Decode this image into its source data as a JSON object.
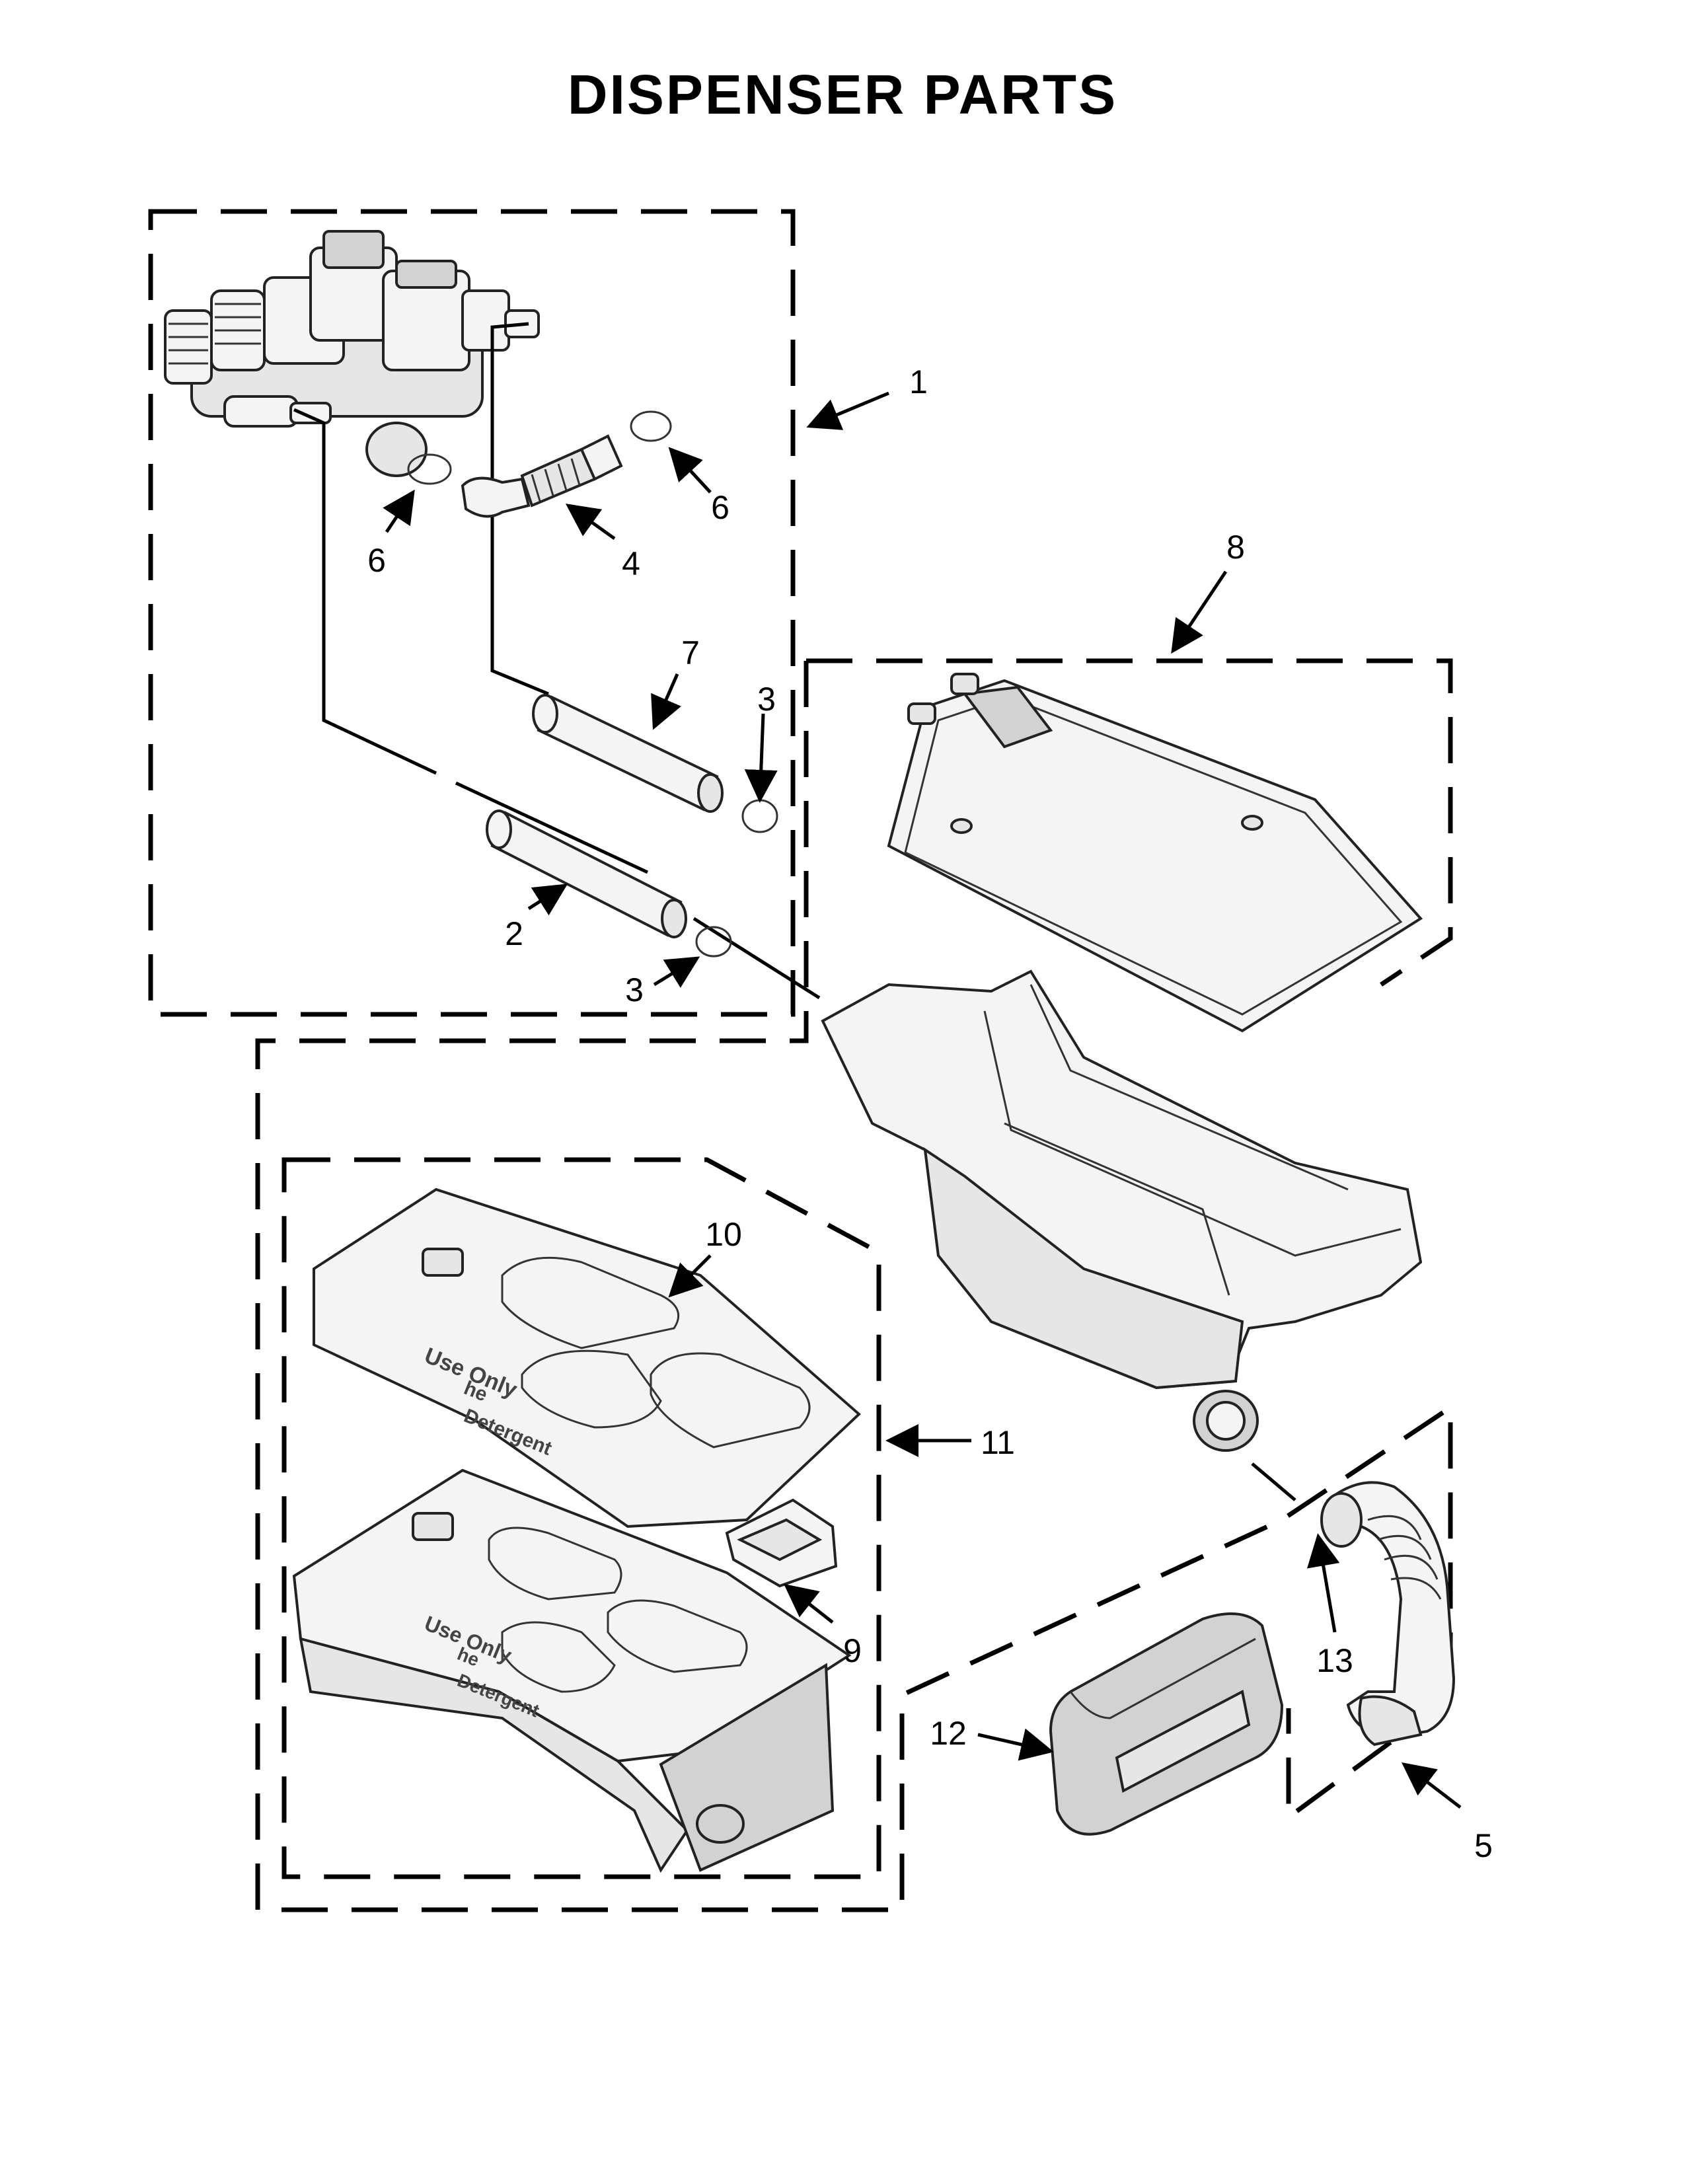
{
  "title": "DISPENSER PARTS",
  "callouts": {
    "c1": "1",
    "c2": "2",
    "c3a": "3",
    "c3b": "3",
    "c4": "4",
    "c5": "5",
    "c6a": "6",
    "c6b": "6",
    "c7": "7",
    "c8": "8",
    "c9": "9",
    "c10": "10",
    "c11": "11",
    "c12": "12",
    "c13": "13"
  },
  "tray_text": {
    "use_only": "Use Only",
    "he": "he",
    "detergent": "Detergent"
  }
}
